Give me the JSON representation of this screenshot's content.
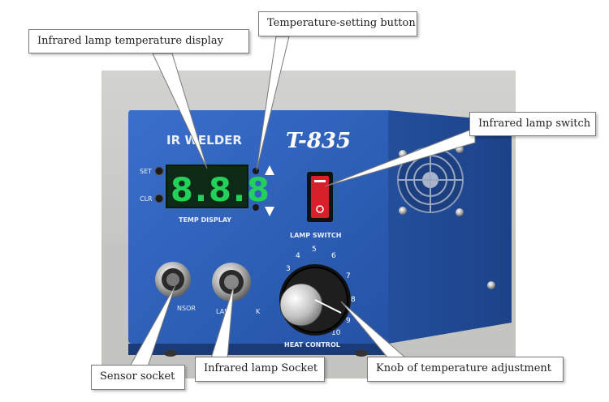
{
  "callouts": {
    "temp_display": "Infrared lamp temperature display",
    "temp_button": "Temperature-setting button",
    "lamp_switch": "Infrared lamp switch",
    "sensor_socket": "Sensor socket",
    "lamp_socket": "Infrared lamp Socket",
    "knob": "Knob of temperature adjustment"
  },
  "device": {
    "brand": "IR  WELDER",
    "model": "T-835",
    "display_value": "8.8.8",
    "set_label": "SET",
    "clr_label": "CLR",
    "temp_display_label": "TEMP DISPLAY",
    "lamp_switch_label": "LAMP SWITCH",
    "heat_control_label": "HEAT CONTROL",
    "sensor_label": "NSOR",
    "lamp_label": "LAM",
    "lamp_label_end": "K",
    "dial_numbers": [
      "3",
      "4",
      "5",
      "6",
      "7",
      "8",
      "9",
      "10"
    ]
  },
  "colors": {
    "case_blue": "#2f5fb5",
    "display_green": "#22d05a",
    "switch_red": "#d8202a",
    "background_wall": "#c9c9c5"
  }
}
